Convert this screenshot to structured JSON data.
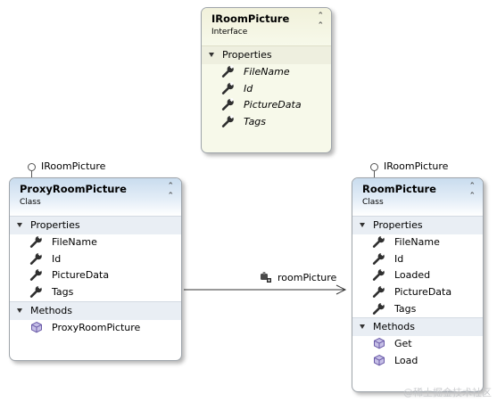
{
  "interface": {
    "name": "IRoomPicture",
    "stereotype": "Interface",
    "properties_title": "Properties",
    "properties": [
      "FileName",
      "Id",
      "PictureData",
      "Tags"
    ]
  },
  "proxy": {
    "name": "ProxyRoomPicture",
    "stereotype": "Class",
    "lollipop": "IRoomPicture",
    "properties_title": "Properties",
    "properties": [
      "FileName",
      "Id",
      "PictureData",
      "Tags"
    ],
    "methods_title": "Methods",
    "methods": [
      "ProxyRoomPicture"
    ]
  },
  "room": {
    "name": "RoomPicture",
    "stereotype": "Class",
    "lollipop": "IRoomPicture",
    "properties_title": "Properties",
    "properties": [
      "FileName",
      "Id",
      "Loaded",
      "PictureData",
      "Tags"
    ],
    "methods_title": "Methods",
    "methods": [
      "Get",
      "Load"
    ]
  },
  "association": {
    "label": "roomPicture"
  },
  "icons": {
    "collapse": "double-chevron-up-icon",
    "property": "wrench-icon",
    "method": "cube-icon",
    "field": "field-icon",
    "lollipop": "interface-lollipop-icon"
  },
  "colors": {
    "class_header": "#c9dcee",
    "interface_fill": "#f7f9ea",
    "border": "#9ea4aa",
    "method_icon": "#8a7bc4"
  },
  "watermark": "@稀土掘金技术社区"
}
